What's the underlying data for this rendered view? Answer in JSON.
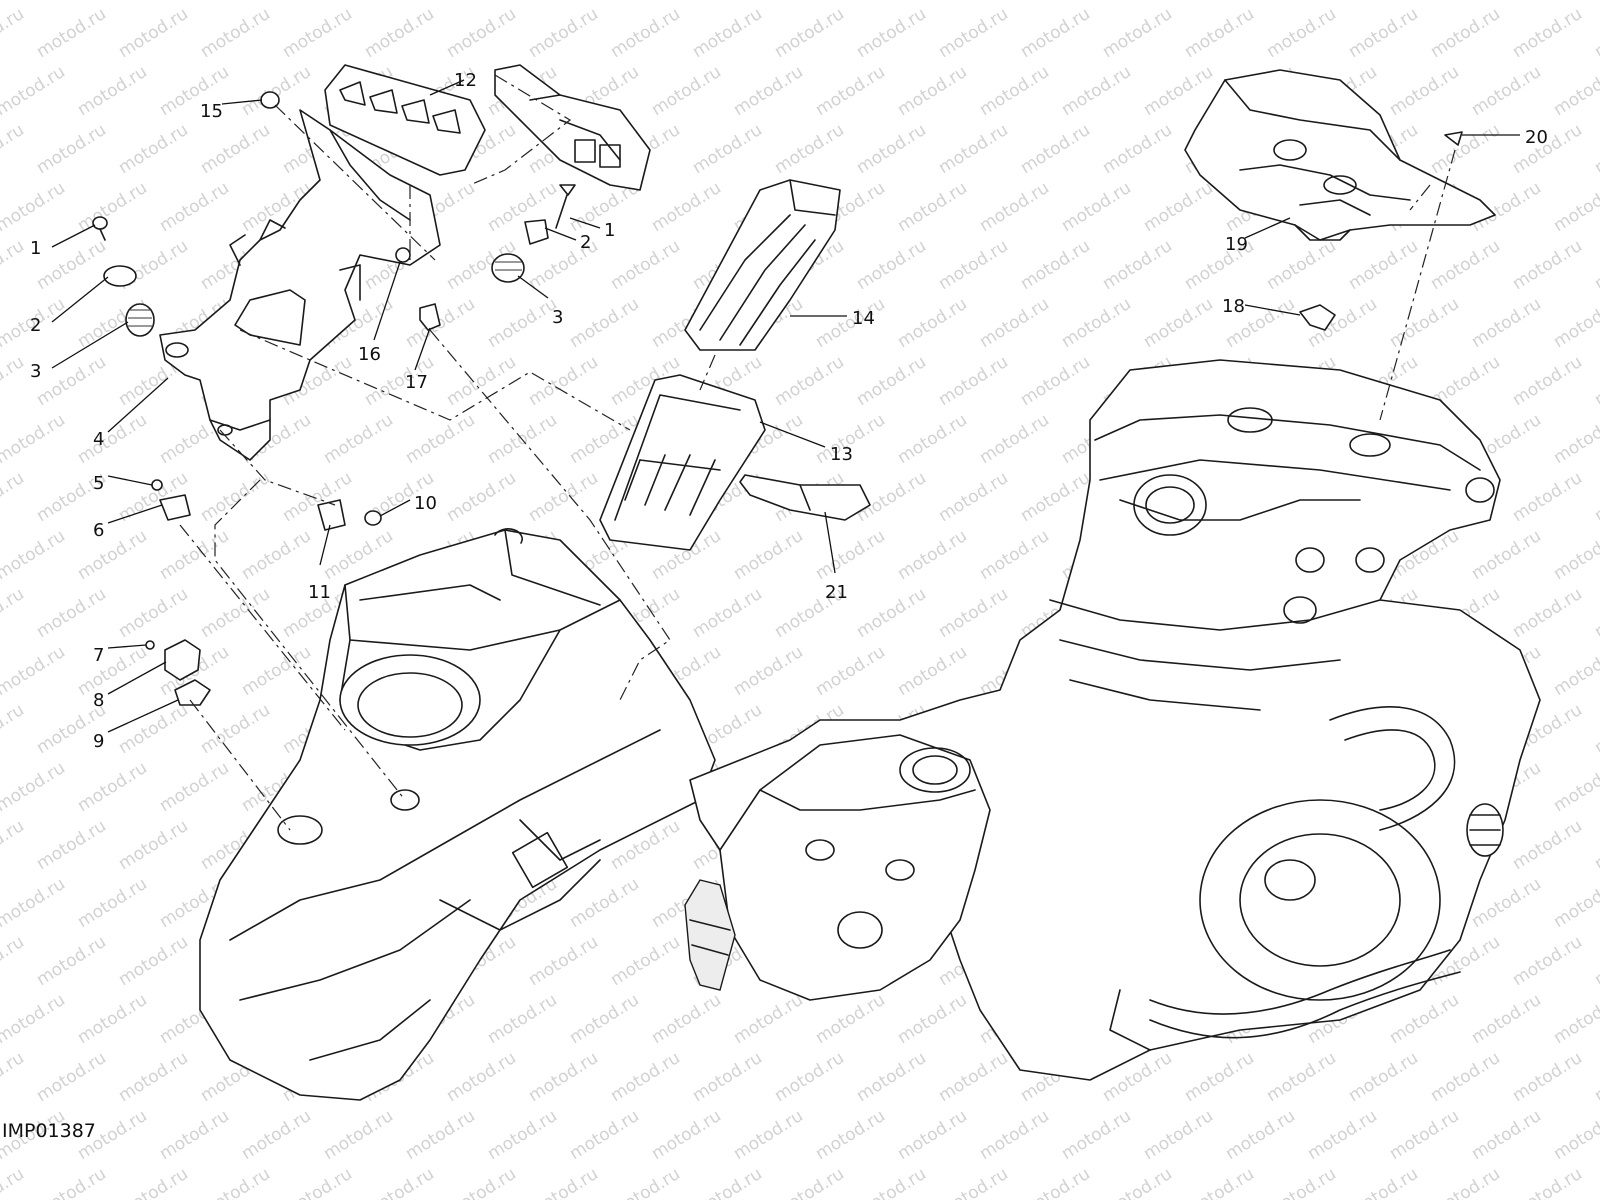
{
  "watermark_text": "motod.ru",
  "drawing_ref": "IMP01387",
  "callouts": [
    {
      "id": "c1a",
      "label": "1"
    },
    {
      "id": "c2a",
      "label": "2"
    },
    {
      "id": "c3a",
      "label": "3"
    },
    {
      "id": "c4",
      "label": "4"
    },
    {
      "id": "c5",
      "label": "5"
    },
    {
      "id": "c6",
      "label": "6"
    },
    {
      "id": "c7",
      "label": "7"
    },
    {
      "id": "c8",
      "label": "8"
    },
    {
      "id": "c9",
      "label": "9"
    },
    {
      "id": "c10",
      "label": "10"
    },
    {
      "id": "c11",
      "label": "11"
    },
    {
      "id": "c12",
      "label": "12"
    },
    {
      "id": "c13",
      "label": "13"
    },
    {
      "id": "c14",
      "label": "14"
    },
    {
      "id": "c15",
      "label": "15"
    },
    {
      "id": "c16",
      "label": "16"
    },
    {
      "id": "c17",
      "label": "17"
    },
    {
      "id": "c1b",
      "label": "1"
    },
    {
      "id": "c2b",
      "label": "2"
    },
    {
      "id": "c3b",
      "label": "3"
    },
    {
      "id": "c18",
      "label": "18"
    },
    {
      "id": "c19",
      "label": "19"
    },
    {
      "id": "c20",
      "label": "20"
    },
    {
      "id": "c21",
      "label": "21"
    }
  ]
}
